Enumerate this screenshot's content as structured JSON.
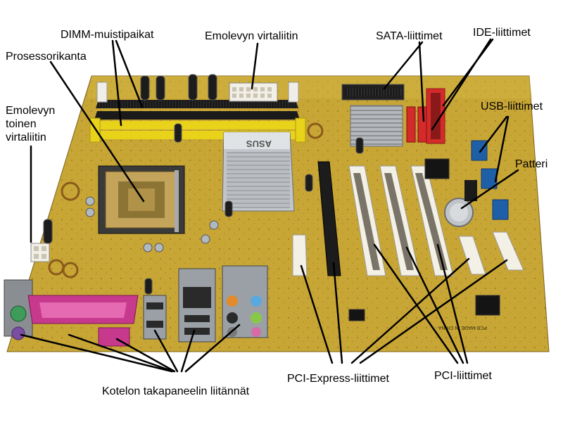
{
  "labels": {
    "dimm": "DIMM-muistipaikat",
    "mainpower": "Emolevyn virtaliitin",
    "sata": "SATA-liittimet",
    "ide": "IDE-liittimet",
    "cpu": "Prosessorikanta",
    "aux_power": "Emolevyn\ntoinen\nvirtaliitin",
    "usb": "USB-liittimet",
    "battery": "Patteri",
    "pcie": "PCI-Express-liittimet",
    "pci": "PCI-liittimet",
    "rear_panel": "Kotelon takapaneelin liitännät"
  },
  "board": {
    "silkscreen_logo": "ASUS",
    "silkscreen_text": "PCB MADE IN CHINA"
  },
  "colors": {
    "pcb": "#c8a636",
    "pcb_dark": "#9c7d1f",
    "dimm_black": "#1a1a1a",
    "dimm_yellow": "#e8d21a",
    "sata_red": "#d42a2a",
    "usb_blue": "#1f5fa8",
    "pci_white": "#f3f0e6",
    "parallel_pink": "#c7398c",
    "ps2_green": "#3f9b5a",
    "ps2_purple": "#7a4ea3",
    "heatsink": "#b4b8bc",
    "leader": "#000000"
  }
}
